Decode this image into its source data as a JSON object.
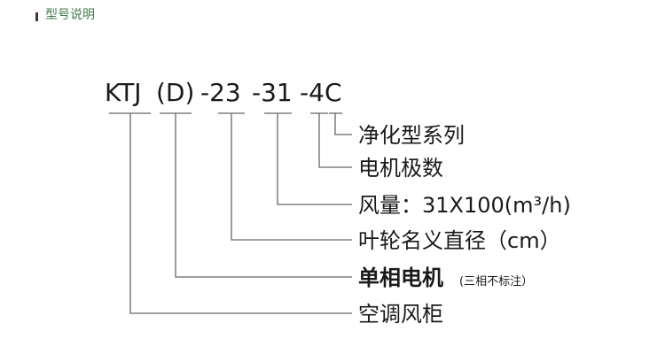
{
  "header": {
    "title": "型号说明"
  },
  "model": {
    "parts": [
      {
        "key": "series",
        "text": "KTJ"
      },
      {
        "key": "motor",
        "text": "(D)"
      },
      {
        "key": "diameter",
        "text": "-23"
      },
      {
        "key": "airflow",
        "text": "-31"
      },
      {
        "key": "poles",
        "text": "-4"
      },
      {
        "key": "purify",
        "text": "C"
      }
    ]
  },
  "legend": [
    {
      "key": "purify",
      "text": "净化型系列",
      "bold": false
    },
    {
      "key": "poles",
      "text": "电机极数",
      "bold": false
    },
    {
      "key": "airflow",
      "text": "风量：31X100(m³/h)",
      "bold": false
    },
    {
      "key": "diameter",
      "text": "叶轮名义直径（cm）",
      "bold": false
    },
    {
      "key": "motor",
      "text": "单相电机",
      "note": "(三相不标注）",
      "bold": true
    },
    {
      "key": "series",
      "text": "空调风柜",
      "bold": false
    }
  ]
}
